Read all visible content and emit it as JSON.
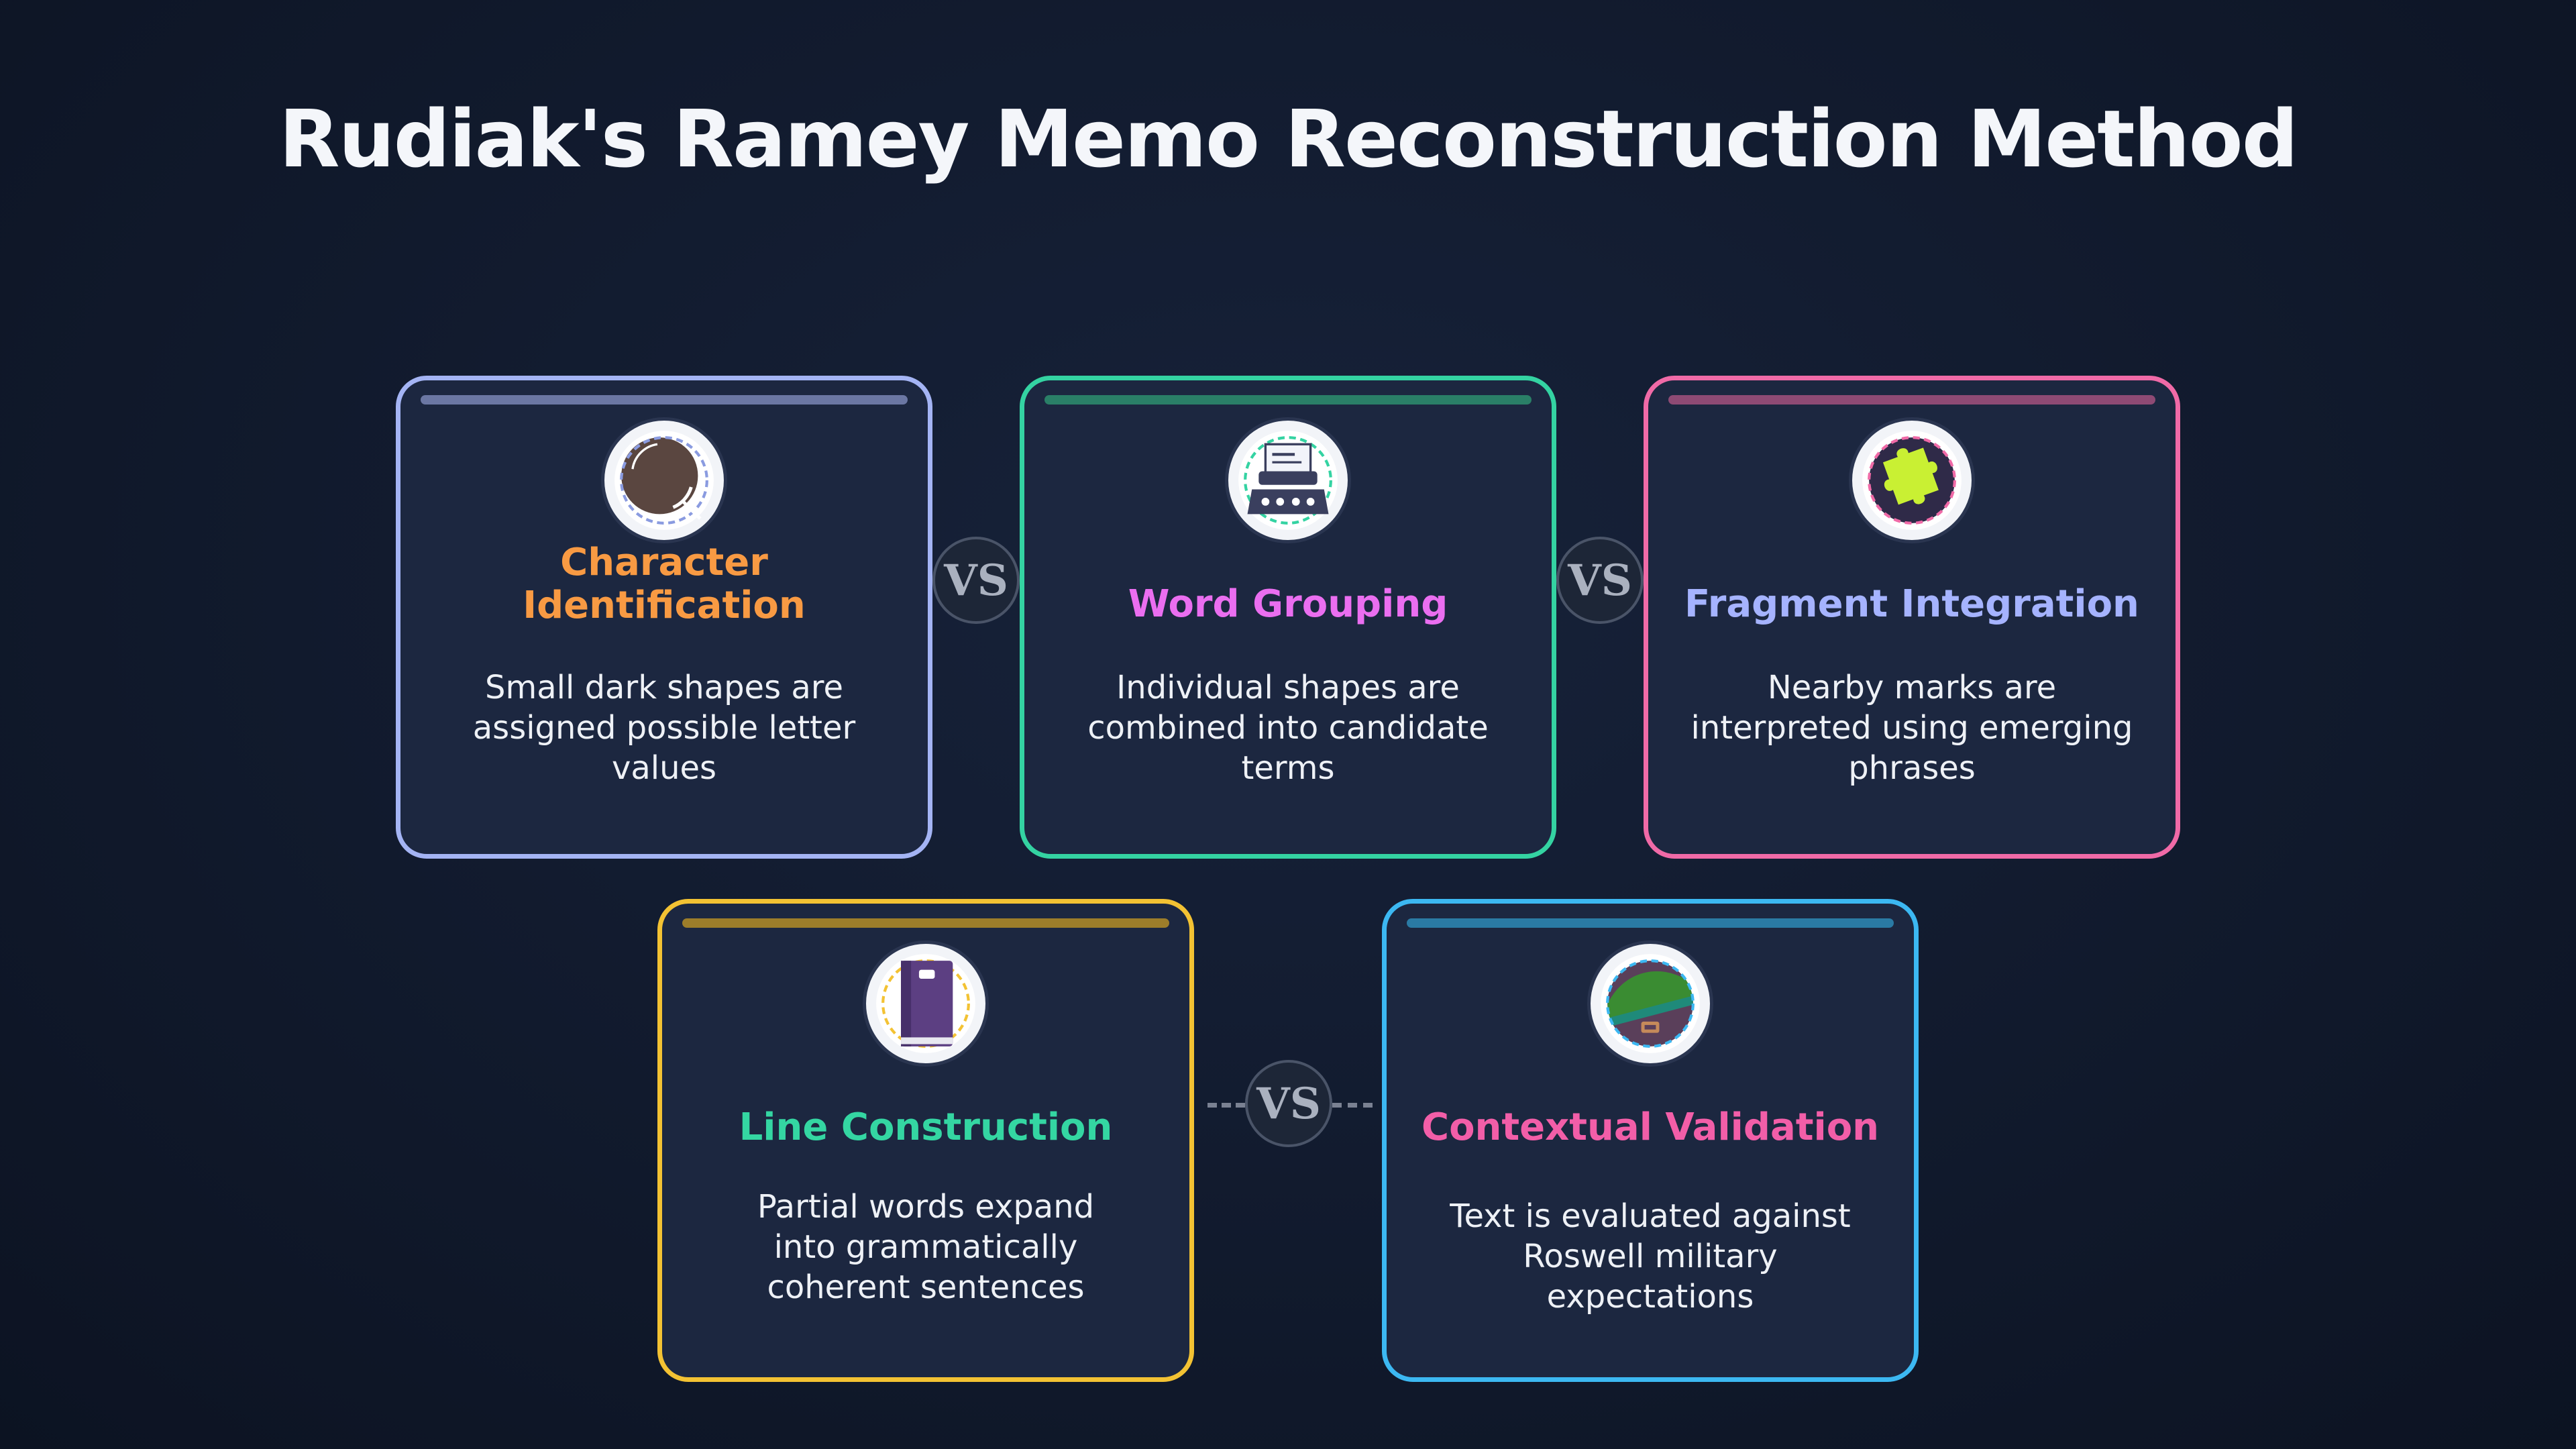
{
  "title": "Rudiak's Ramey Memo Reconstruction Method",
  "vs_label": "VS",
  "cards": [
    {
      "title": "Character Identification",
      "description": "Small dark shapes are assigned possible letter values",
      "icon": "magnifier-icon",
      "border_color": "#a4b4f4",
      "bar_color": "#6b77a3",
      "title_color": "#f89a43"
    },
    {
      "title": "Word Grouping",
      "description": "Individual shapes are combined into candidate terms",
      "icon": "typewriter-icon",
      "border_color": "#34d3a2",
      "bar_color": "#2a7f67",
      "title_color": "#ea6ef0"
    },
    {
      "title": "Fragment Integration",
      "description": "Nearby marks are interpreted using emerging phrases",
      "icon": "puzzle-icon",
      "border_color": "#f06aa7",
      "bar_color": "#8e4a74",
      "title_color": "#a5b3ff"
    },
    {
      "title": "Line Construction",
      "description": "Partial words expand into grammatically coherent sentences",
      "icon": "book-icon",
      "border_color": "#f3c233",
      "bar_color": "#9c7d2a",
      "title_color": "#34d6a2"
    },
    {
      "title": "Contextual Validation",
      "description": "Text is evaluated against Roswell military expectations",
      "icon": "military-helmet-icon",
      "border_color": "#3cb8f2",
      "bar_color": "#2a7aa4",
      "title_color": "#f25ea8"
    }
  ]
}
